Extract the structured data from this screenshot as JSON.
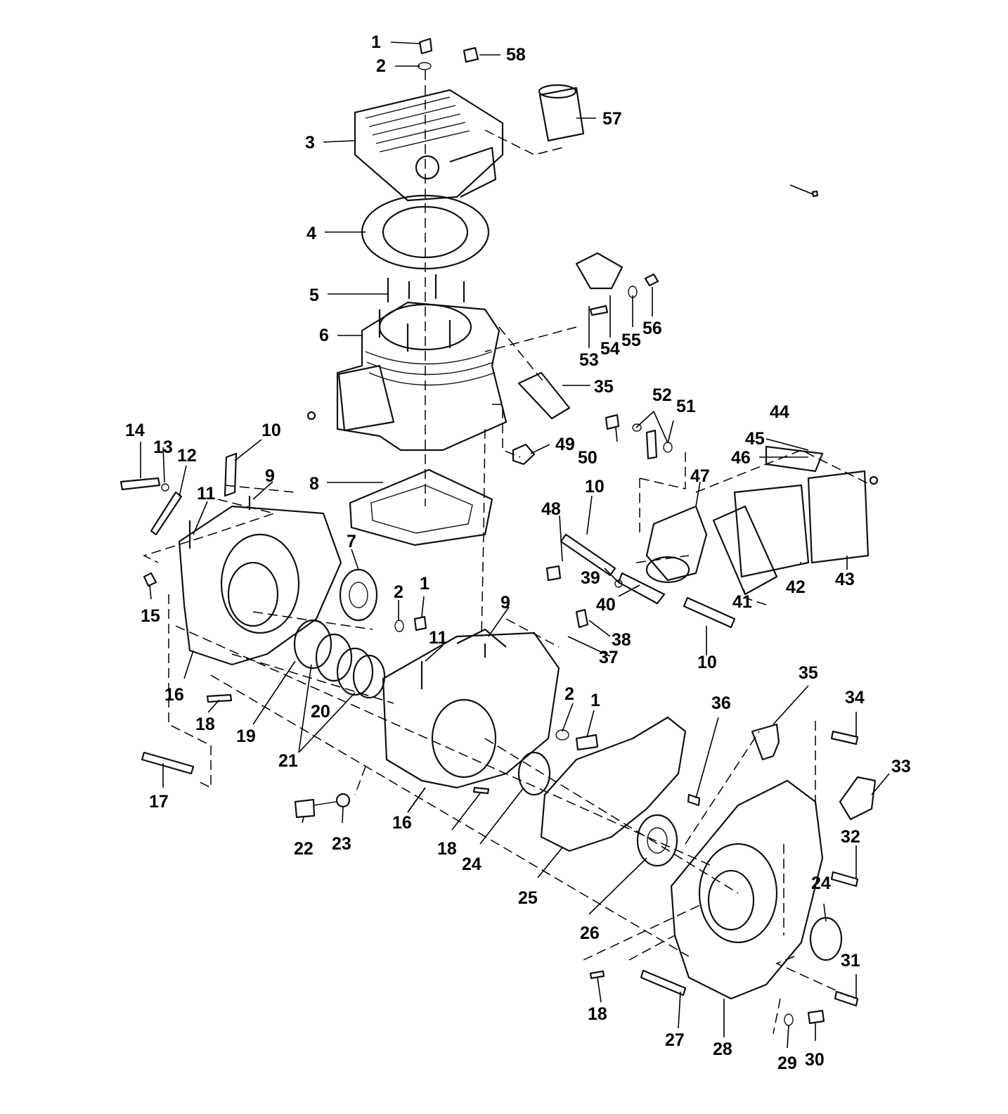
{
  "diagram": {
    "labels": [
      "1",
      "2",
      "3",
      "4",
      "5",
      "6",
      "8",
      "7",
      "9",
      "10",
      "11",
      "12",
      "13",
      "14",
      "15",
      "16",
      "17",
      "18",
      "19",
      "20",
      "21",
      "22",
      "23",
      "24",
      "25",
      "26",
      "27",
      "28",
      "29",
      "30",
      "31",
      "32",
      "33",
      "34",
      "35",
      "36",
      "37",
      "38",
      "39",
      "40",
      "41",
      "42",
      "43",
      "44",
      "45",
      "46",
      "47",
      "48",
      "49",
      "50",
      "51",
      "52",
      "53",
      "54",
      "55",
      "56",
      "57",
      "58"
    ],
    "repeat_labels": [
      "1",
      "2",
      "9",
      "10",
      "11",
      "16",
      "18",
      "24",
      "35",
      "10",
      "18"
    ]
  }
}
